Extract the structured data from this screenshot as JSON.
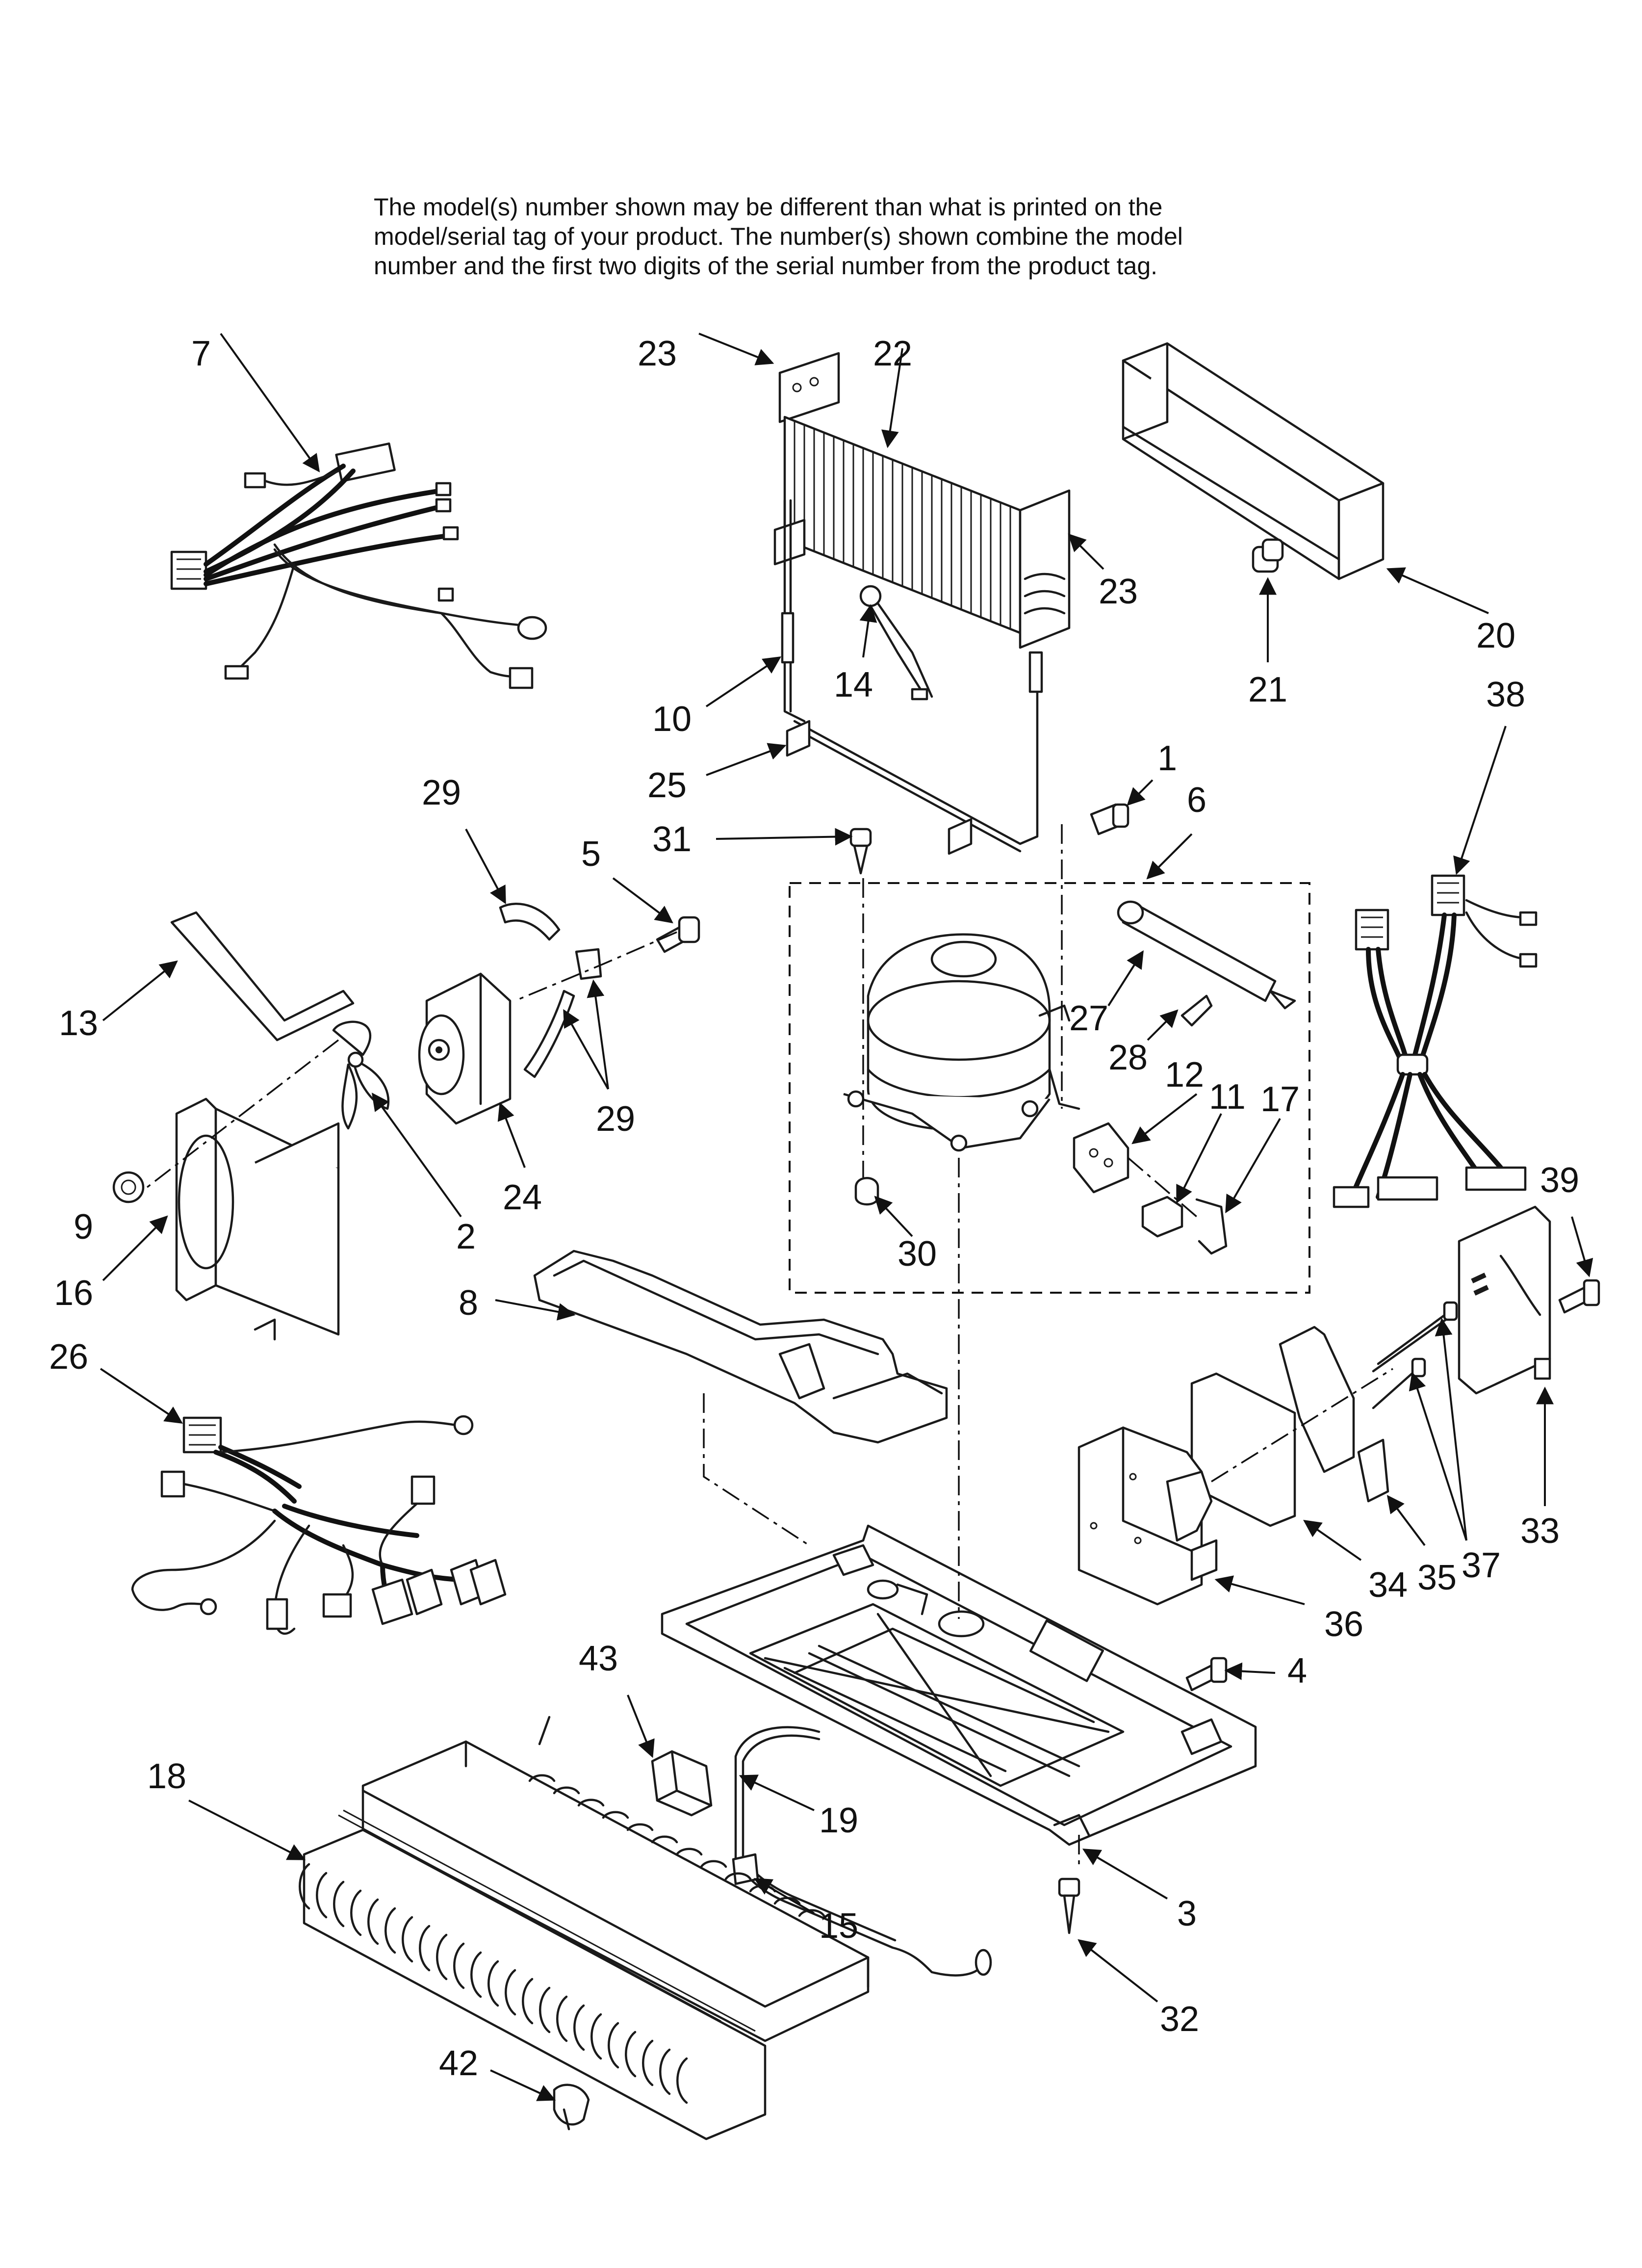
{
  "note": {
    "lines": [
      "The model(s) number shown may be different than what is printed on the",
      "model/serial tag of your product. The number(s) shown combine the model",
      "number and the first two digits of the serial number from the product tag."
    ]
  },
  "callouts": [
    {
      "id": "c7",
      "label": "7"
    },
    {
      "id": "c23a",
      "label": "23"
    },
    {
      "id": "c22",
      "label": "22"
    },
    {
      "id": "c23b",
      "label": "23"
    },
    {
      "id": "c20",
      "label": "20"
    },
    {
      "id": "c21",
      "label": "21"
    },
    {
      "id": "c14",
      "label": "14"
    },
    {
      "id": "c10",
      "label": "10"
    },
    {
      "id": "c25",
      "label": "25"
    },
    {
      "id": "c38",
      "label": "38"
    },
    {
      "id": "c29a",
      "label": "29"
    },
    {
      "id": "c5",
      "label": "5"
    },
    {
      "id": "c31",
      "label": "31"
    },
    {
      "id": "c1",
      "label": "1"
    },
    {
      "id": "c6",
      "label": "6"
    },
    {
      "id": "c13",
      "label": "13"
    },
    {
      "id": "c27",
      "label": "27"
    },
    {
      "id": "c28",
      "label": "28"
    },
    {
      "id": "c12",
      "label": "12"
    },
    {
      "id": "c11",
      "label": "11"
    },
    {
      "id": "c17",
      "label": "17"
    },
    {
      "id": "c29b",
      "label": "29"
    },
    {
      "id": "c24",
      "label": "24"
    },
    {
      "id": "c9",
      "label": "9"
    },
    {
      "id": "c2",
      "label": "2"
    },
    {
      "id": "c16",
      "label": "16"
    },
    {
      "id": "c30",
      "label": "30"
    },
    {
      "id": "c39",
      "label": "39"
    },
    {
      "id": "c8",
      "label": "8"
    },
    {
      "id": "c26",
      "label": "26"
    },
    {
      "id": "c33",
      "label": "33"
    },
    {
      "id": "c37",
      "label": "37"
    },
    {
      "id": "c35",
      "label": "35"
    },
    {
      "id": "c34",
      "label": "34"
    },
    {
      "id": "c36",
      "label": "36"
    },
    {
      "id": "c4",
      "label": "4"
    },
    {
      "id": "c43",
      "label": "43"
    },
    {
      "id": "c18",
      "label": "18"
    },
    {
      "id": "c19",
      "label": "19"
    },
    {
      "id": "c15",
      "label": "15"
    },
    {
      "id": "c3",
      "label": "3"
    },
    {
      "id": "c32",
      "label": "32"
    },
    {
      "id": "c42",
      "label": "42"
    }
  ]
}
